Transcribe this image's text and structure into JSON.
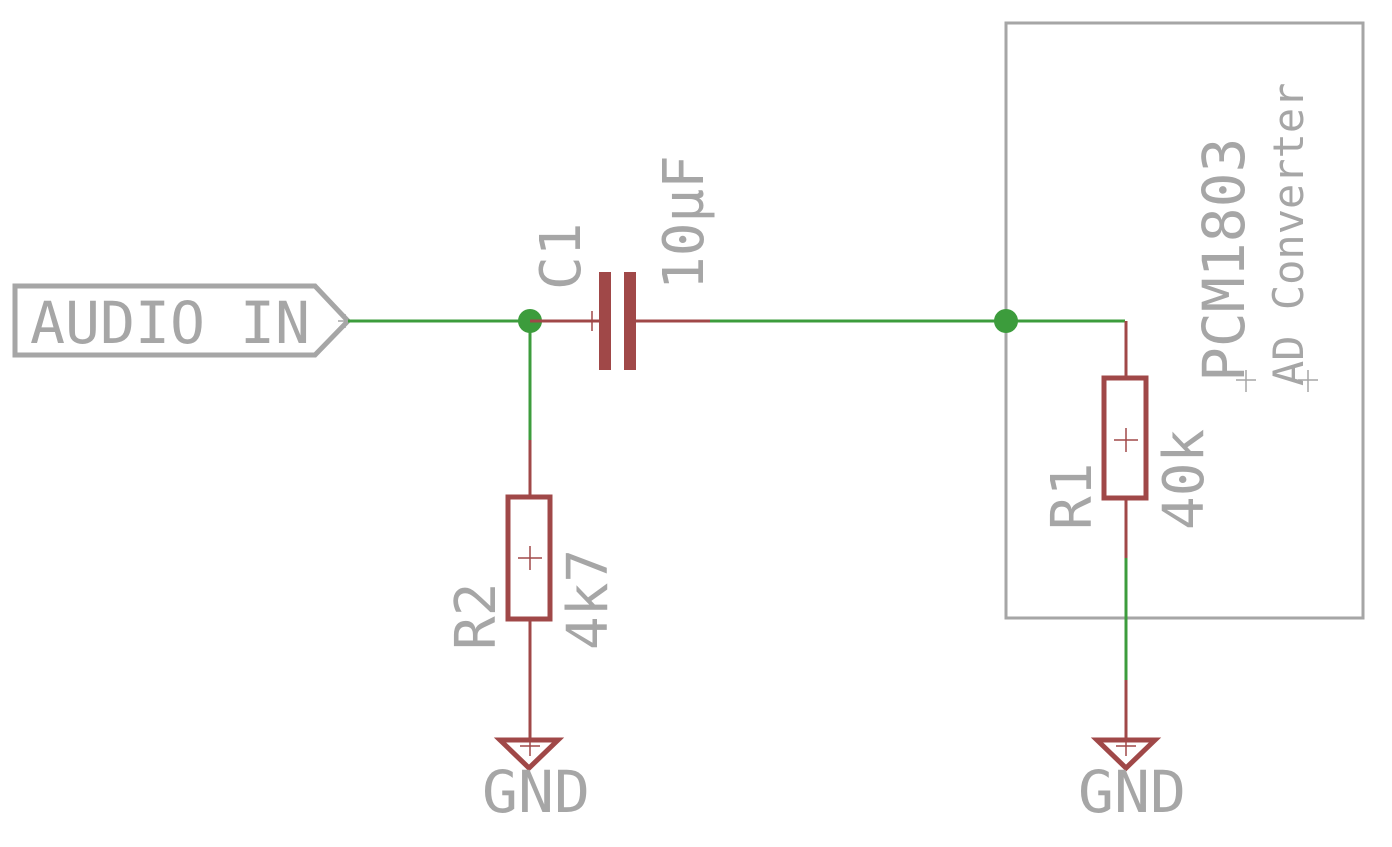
{
  "schematic": {
    "port": {
      "label": "AUDIO_IN"
    },
    "capacitor": {
      "ref": "C1",
      "value": "10µF"
    },
    "r2": {
      "ref": "R2",
      "value": "4k7"
    },
    "r1": {
      "ref": "R1",
      "value": "40k"
    },
    "chip": {
      "name": "PCM1803",
      "description": "AD Converter"
    },
    "grounds": [
      {
        "label": "GND"
      },
      {
        "label": "GND"
      }
    ]
  },
  "colors": {
    "wire": "#3c9c3c",
    "part": "#a04848",
    "outline": "#a6a6a6",
    "junction": "#3c9c3c",
    "background": "#ffffff"
  }
}
